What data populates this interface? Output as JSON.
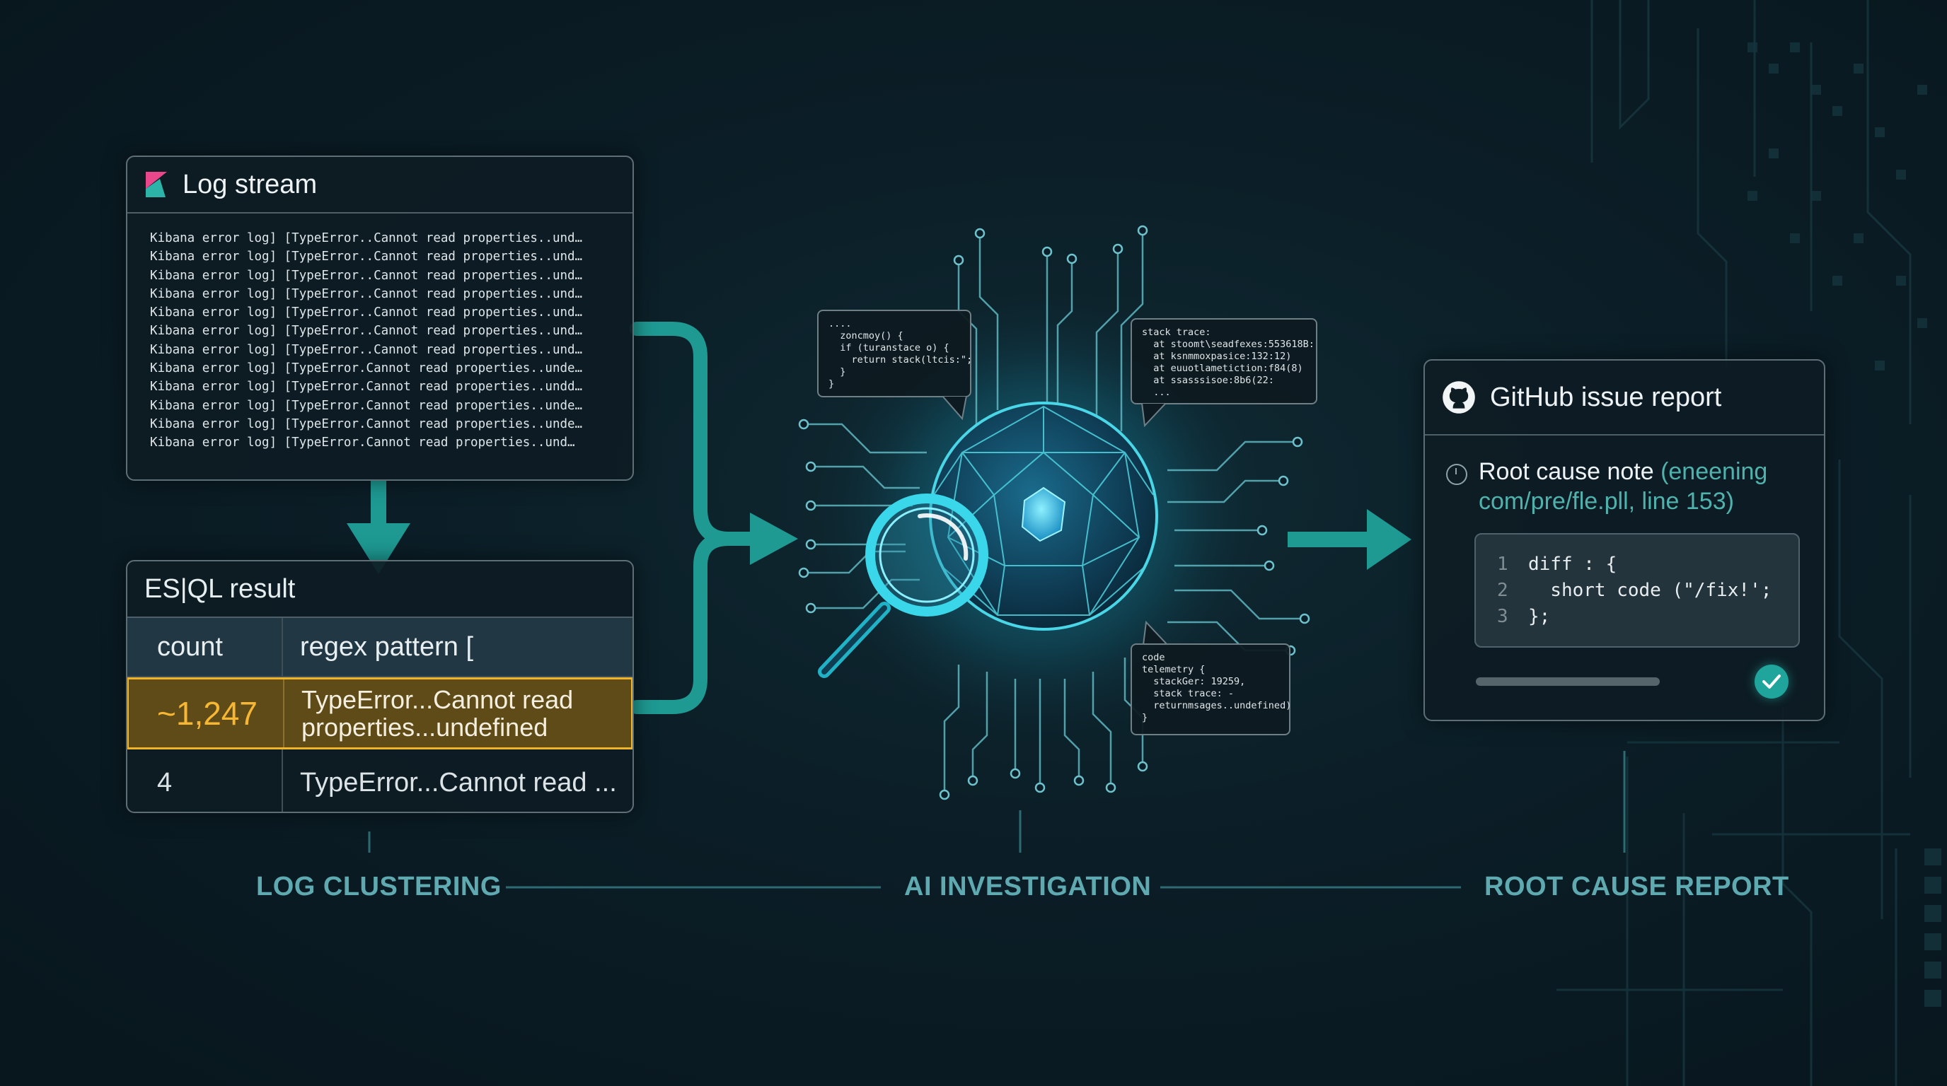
{
  "log_panel": {
    "title": "Log stream",
    "icon": "kibana-logo-icon",
    "lines": [
      "Kibana error log] [TypeError..Cannot read properties..und…",
      "Kibana error log] [TypeError..Cannot read properties..und…",
      "Kibana error log] [TypeError..Cannot read properties..und…",
      "Kibana error log] [TypeError..Cannot read properties..und…",
      "Kibana error log] [TypeError..Cannot read properties..und…",
      "Kibana error log] [TypeError..Cannot read properties..und…",
      "Kibana error log] [TypeError..Cannot read properties..und…",
      "Kibana error log] [TypeError.Cannot read properties..unde…",
      "Kibana error log] [TypeError.Cannot read properties..undd…",
      "Kibana error log] [TypeError.Cannot read properties..unde…",
      "Kibana error log] [TypeError.Cannot read properties..unde…",
      "Kibana error log] [TypeError.Cannot read properties..und…"
    ]
  },
  "esql_panel": {
    "title": "ES|QL result",
    "headers": [
      "count",
      "regex pattern ["
    ],
    "rows": [
      {
        "count": "~1,247",
        "pattern": "TypeError...Cannot read properties...undefined",
        "highlighted": true
      },
      {
        "count": "4",
        "pattern": "TypeError...Cannot read ...",
        "highlighted": false
      }
    ]
  },
  "center": {
    "icons": [
      "neural-sphere-icon",
      "magnifying-glass-icon"
    ],
    "bubble_top_left": "....\n  zoncmoy() {\n  if (turanstace o) {\n    return stack(ltcis:\";\n  }\n}",
    "bubble_top_right": "stack trace:\n  at stoomt\\seadfexes:553618B:\n  at ksnmmoxpasice:132:12)\n  at euuotlametiction:f84(8)\n  at ssasssisoe:8b6(22:\n  ...",
    "bubble_bottom": "code\ntelemetry {\n  stackGer: 19259,\n  stack trace: -\n  returnmsages..undefined)\n}"
  },
  "github_panel": {
    "title": "GitHub issue report",
    "icon": "github-logo-icon",
    "note_label": "Root cause note",
    "note_path": "(eneening com/pre/fle.pll, line 153)",
    "code_lines": [
      {
        "n": "1",
        "code": "diff : {"
      },
      {
        "n": "2",
        "code": "  short code (\"/fix!';"
      },
      {
        "n": "3",
        "code": "};"
      }
    ],
    "progress": 0.4,
    "status": "check-icon"
  },
  "stages": {
    "left": "LOG CLUSTERING",
    "middle": "AI INVESTIGATION",
    "right": "ROOT CAUSE REPORT"
  },
  "colors": {
    "accent": "#1fa59b",
    "highlight": "#f0b429",
    "background": "#0b1d26"
  }
}
